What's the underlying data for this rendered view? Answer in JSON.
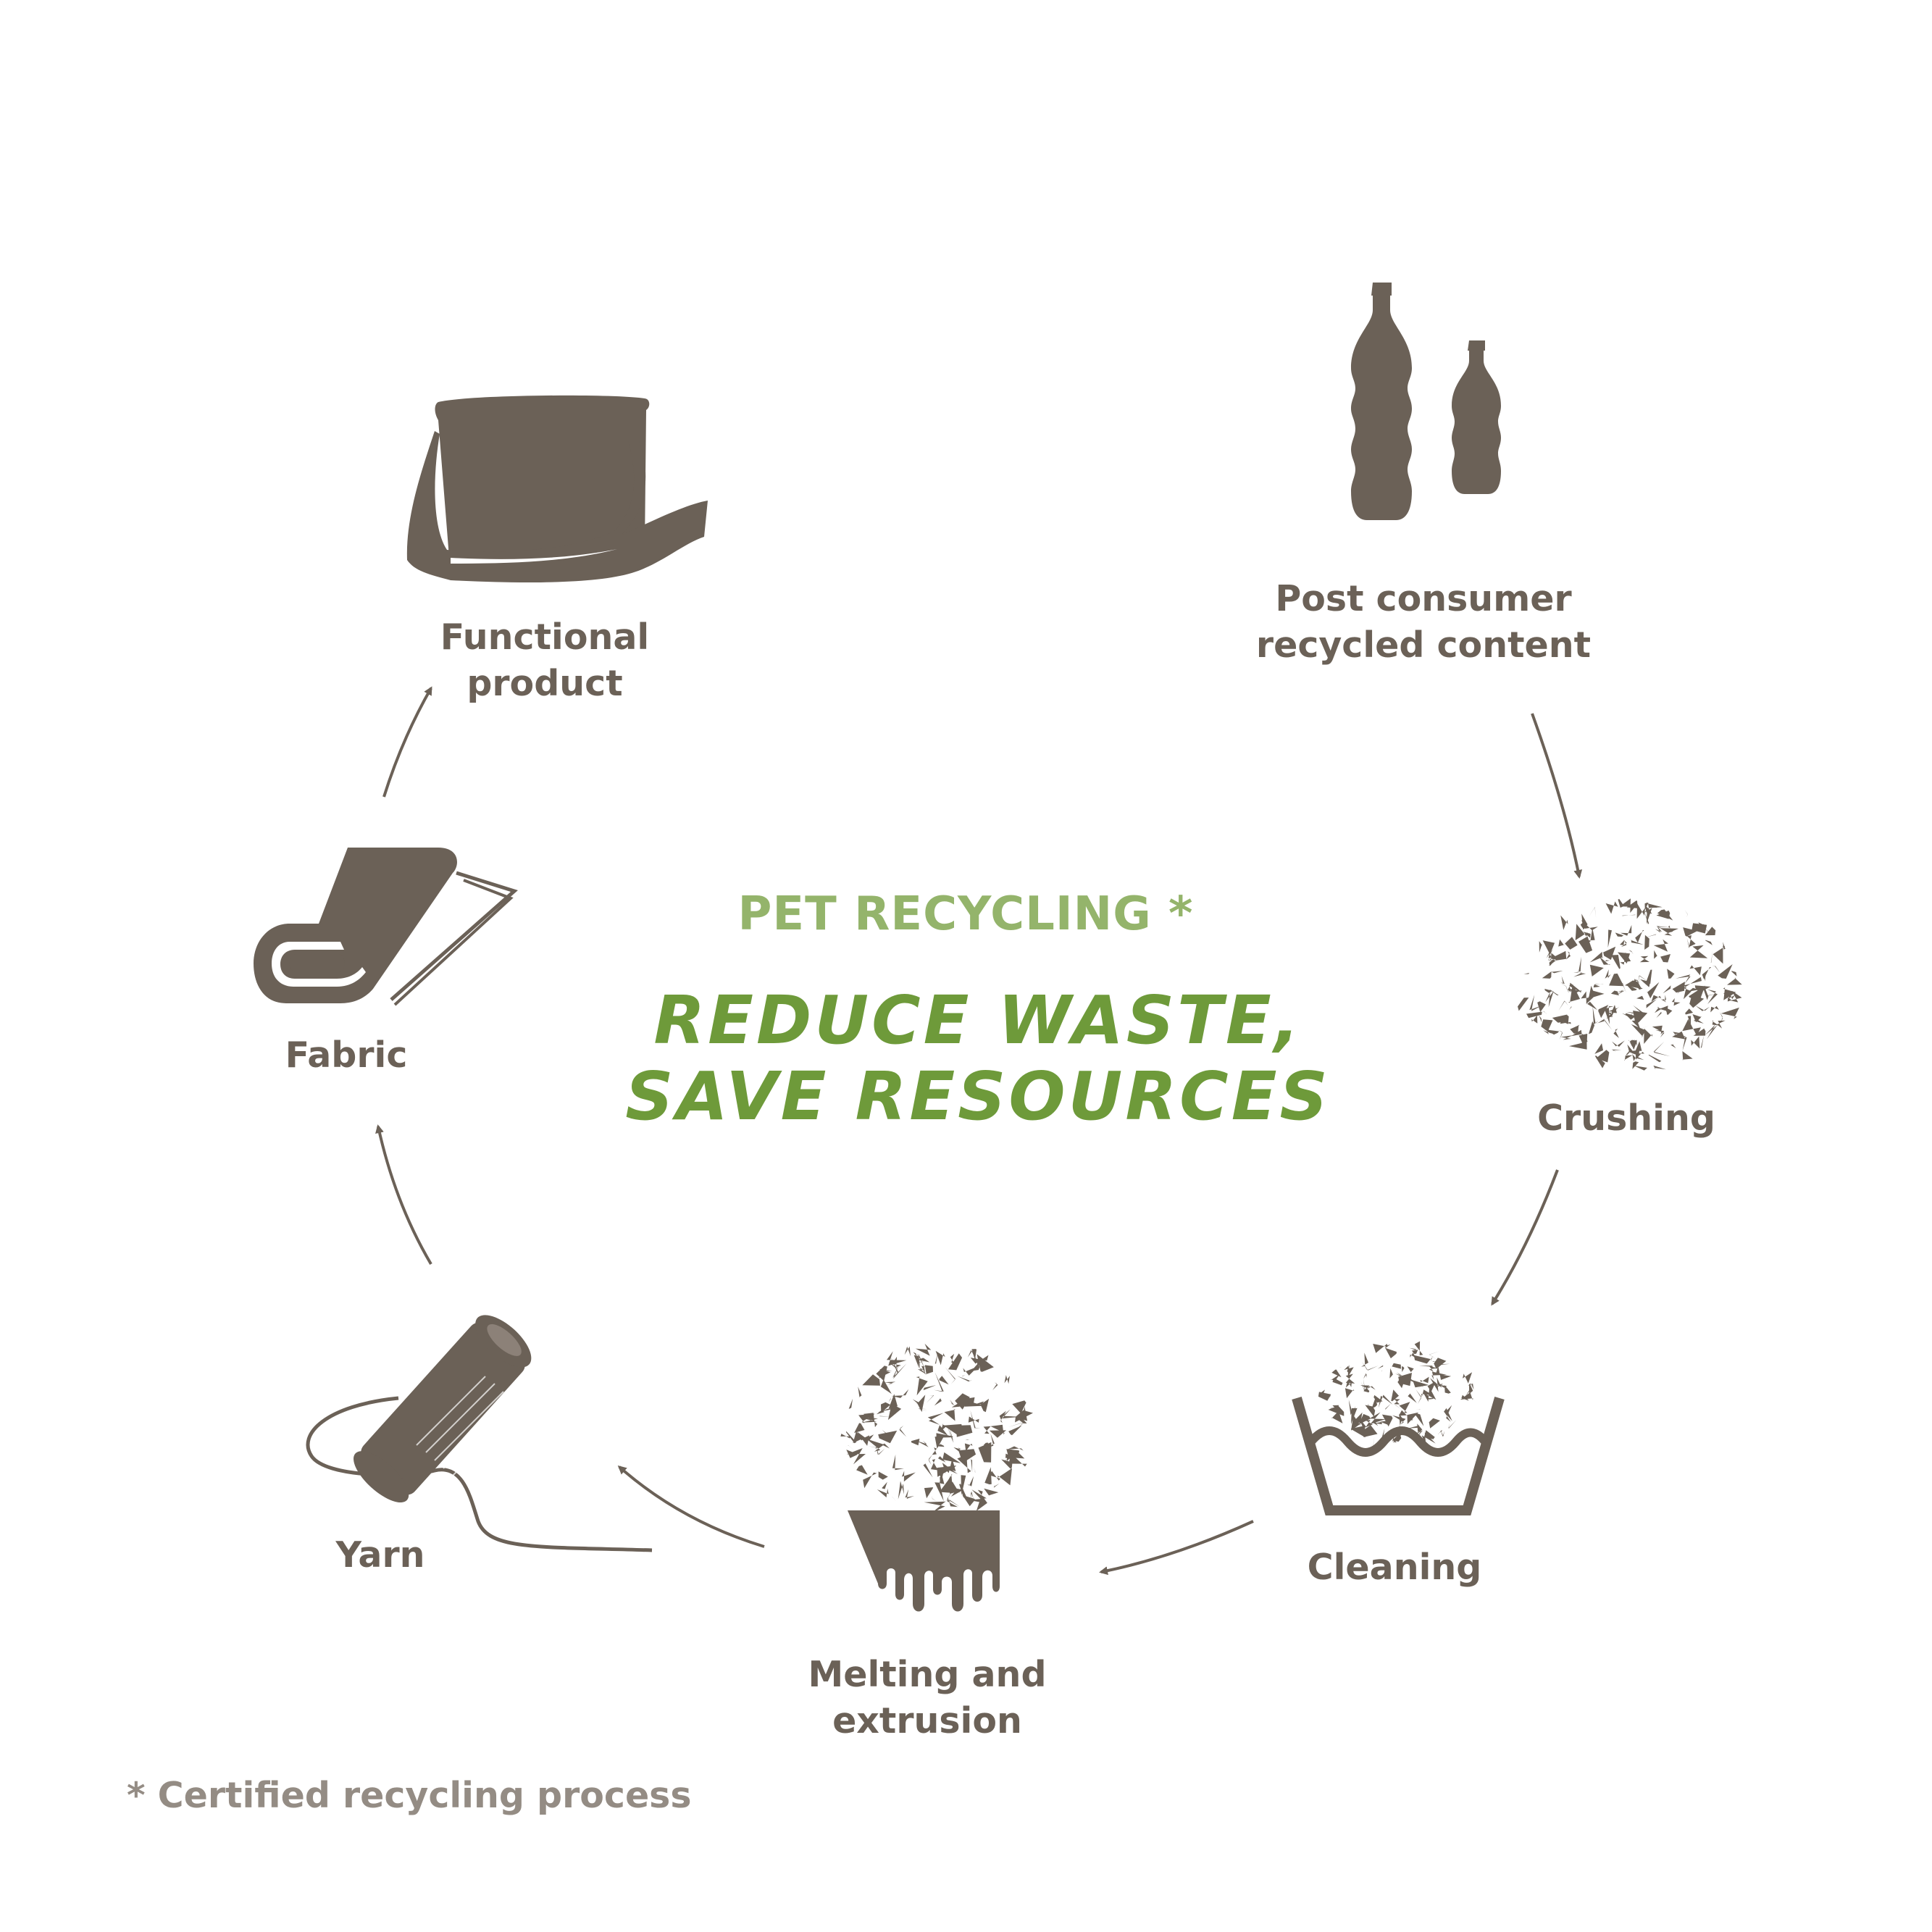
{
  "title": "PET RECYCLING *",
  "slogan": {
    "line1": "REDUCE WASTE,",
    "line2": "SAVE RESOURCES"
  },
  "footnote": "* Certified recycling process",
  "colors": {
    "icon": "#6b6157",
    "title": "#94b46b",
    "slogan": "#6e9a3a",
    "footnote": "#948c84"
  },
  "steps": [
    {
      "icon": "bottles-icon",
      "label_line1": "Post consumer",
      "label_line2": "recycled content"
    },
    {
      "icon": "flakes-icon",
      "label_line1": "Crushing",
      "label_line2": ""
    },
    {
      "icon": "wash-basin-icon",
      "label_line1": "Cleaning",
      "label_line2": ""
    },
    {
      "icon": "melting-block-icon",
      "label_line1": "Melting and",
      "label_line2": "extrusion"
    },
    {
      "icon": "yarn-spool-icon",
      "label_line1": "Yarn",
      "label_line2": ""
    },
    {
      "icon": "folded-fabric-icon",
      "label_line1": "Fabric",
      "label_line2": ""
    },
    {
      "icon": "messenger-bag-icon",
      "label_line1": "Functional",
      "label_line2": "product"
    }
  ]
}
